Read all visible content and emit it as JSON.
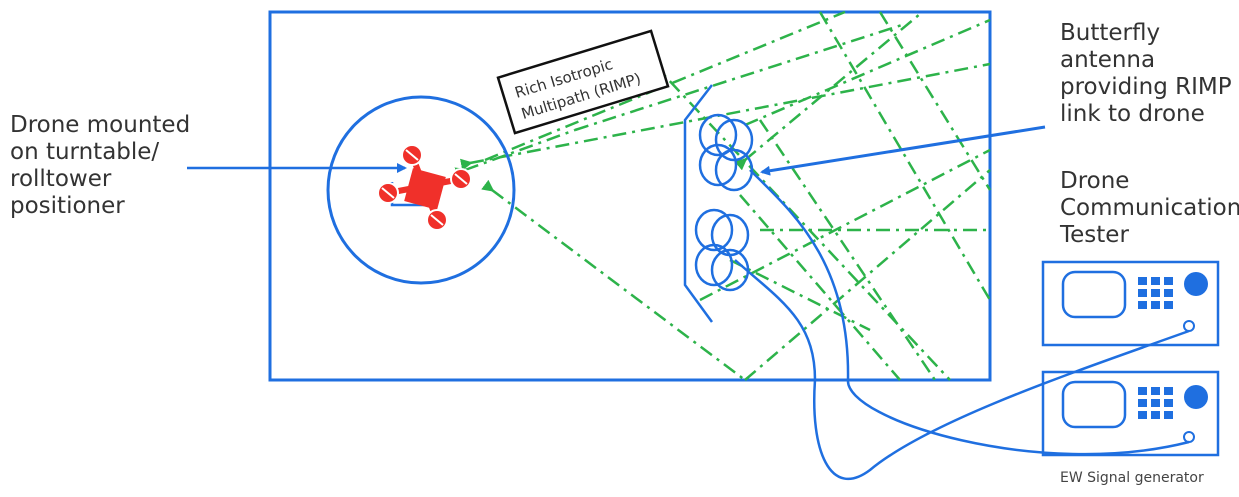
{
  "labels": {
    "drone_mounted": [
      "Drone mounted",
      "on turntable/",
      "rolltower",
      "positioner"
    ],
    "butterfly_antenna": [
      "Butterfly",
      "antenna",
      "providing RIMP",
      "link to drone"
    ],
    "drone_tester": [
      "Drone",
      "Communication",
      "Tester"
    ],
    "ew_generator": "EW Signal generator",
    "rimp_box": [
      "Rich Isotropic",
      "Multipath (RIMP)"
    ]
  },
  "colors": {
    "chamber": "#1f6fe0",
    "rays": "#2db34a",
    "drone": "#f0302a",
    "text": "#333333",
    "box": "#111111"
  }
}
